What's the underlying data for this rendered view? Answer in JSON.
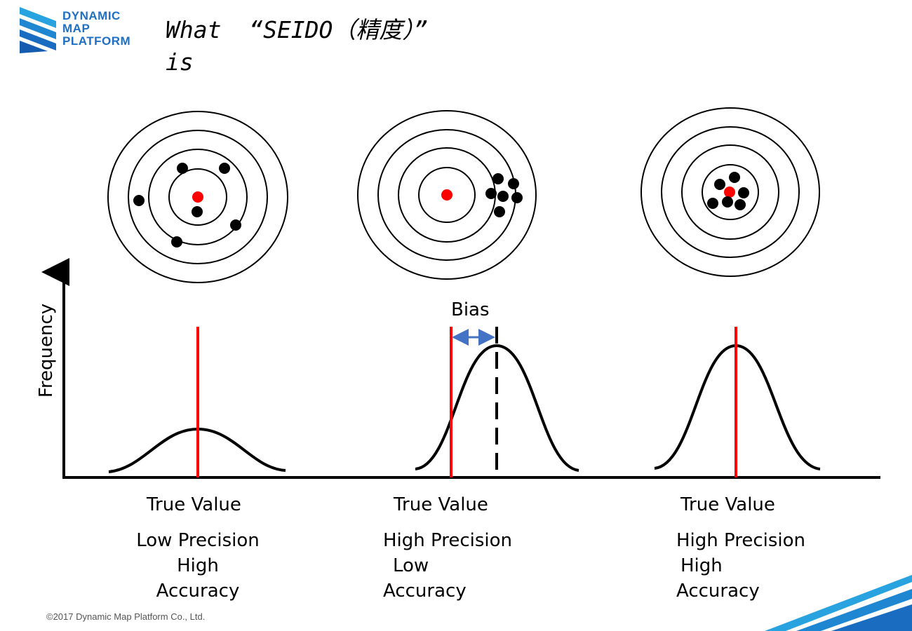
{
  "logo": {
    "line1": "DYNAMIC",
    "line2": "MAP",
    "line3": "PLATFORM",
    "color": "#1f6fc3"
  },
  "title": {
    "line1": "What  “SEIDO（精度）”",
    "line2": "is"
  },
  "diagram": {
    "y_axis_label": "Frequency",
    "bias_label": "Bias",
    "true_value_label": "True Value",
    "colors": {
      "true_value": "#ff0000",
      "bias_arrow": "#4472c4",
      "dots": "#000000"
    },
    "panels": [
      {
        "caption_line1": "Low Precision",
        "caption_line2": "High",
        "caption_line3": "Accuracy"
      },
      {
        "caption_line1": "High Precision",
        "caption_line2": "Low",
        "caption_line3": "Accuracy"
      },
      {
        "caption_line1": "High Precision",
        "caption_line2": "High",
        "caption_line3": "Accuracy"
      }
    ]
  },
  "footer": {
    "copyright": "©2017 Dynamic Map Platform Co., Ltd."
  }
}
